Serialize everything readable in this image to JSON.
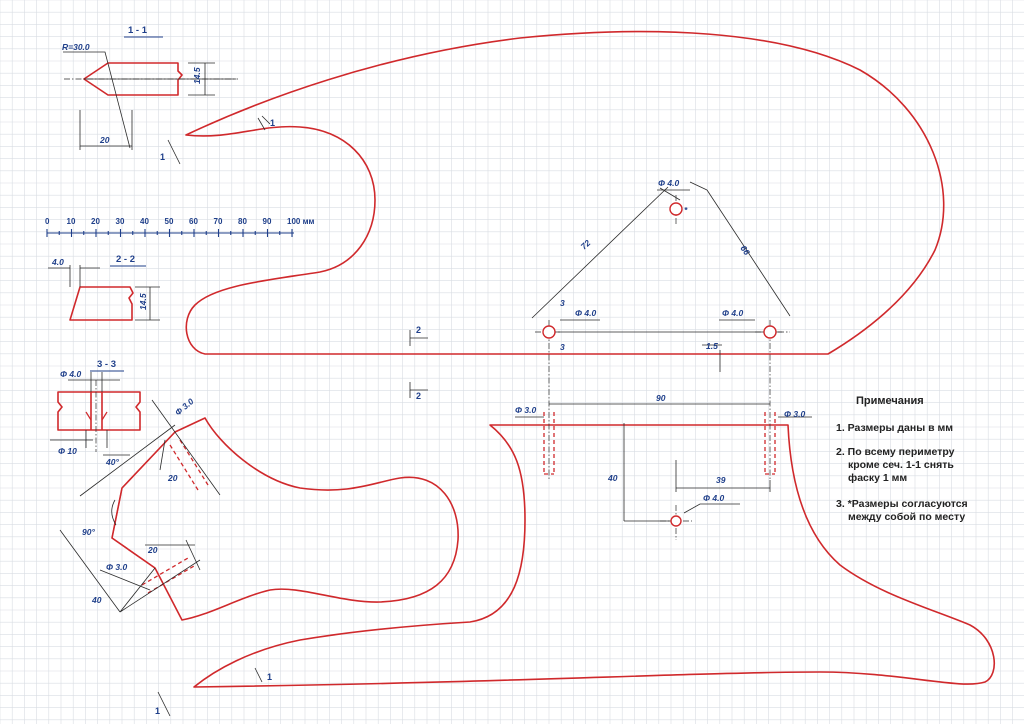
{
  "sections": {
    "s11": "1 - 1",
    "s22": "2 - 2",
    "s33": "3 - 3"
  },
  "section_marks": {
    "a": "1",
    "b": "1",
    "c": "1",
    "d": "1",
    "e": "2",
    "f": "2"
  },
  "detail_1_1": {
    "radius": "R=30.0",
    "length": "20",
    "height": "14.5"
  },
  "detail_2_2": {
    "offset": "4.0",
    "height": "14.5"
  },
  "detail_3_3": {
    "hole": "Φ 4.0",
    "counterbore": "Φ 10",
    "angle": "40°"
  },
  "ruler": {
    "ticks": [
      "0",
      "10",
      "20",
      "30",
      "40",
      "50",
      "60",
      "70",
      "80",
      "90",
      "100 мм"
    ]
  },
  "neck_pocket": {
    "hole_top": "Φ 3.0",
    "depth_top": "20",
    "angle": "90°",
    "depth_bottom": "20",
    "hole_bottom": "Φ 3.0",
    "width": "40"
  },
  "triangle": {
    "top_hole": "Φ 4.0",
    "left_hole": "Φ 4.0",
    "right_hole": "Φ 4.0",
    "side_left": "72",
    "side_right": "66",
    "star": "*",
    "offset_a": "3",
    "offset_b": "3",
    "offset_c": "1.5"
  },
  "lower_holes": {
    "hole_left": "Φ 3.0",
    "hole_right": "Φ 3.0",
    "spacing": "90",
    "vertical": "40",
    "horizontal": "39",
    "center_hole": "Φ 4.0"
  },
  "notes": {
    "title": "Примечания",
    "n1": "1. Размеры даны в мм",
    "n2a": "2. По всему периметру",
    "n2b": "кроме сеч. 1-1 снять",
    "n2c": "фаску 1 мм",
    "n3a": "3. *Размеры согласуются",
    "n3b": "между собой по месту"
  },
  "colors": {
    "outline": "#d0292c",
    "labels": "#1f3f8a",
    "grid": "#d9dde3"
  }
}
